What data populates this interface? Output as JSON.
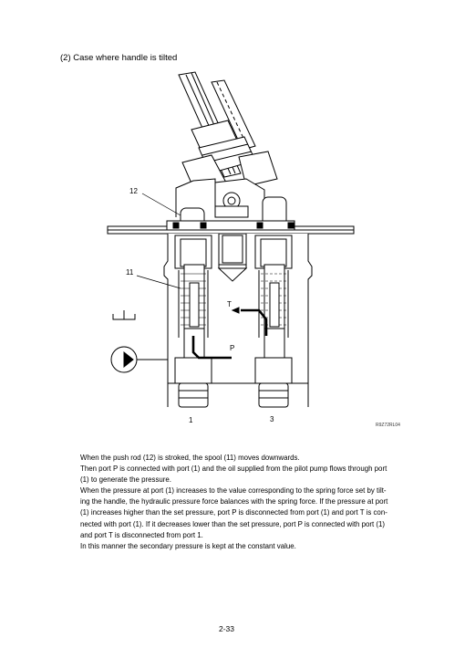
{
  "section_heading": "(2) Case where handle is tilted",
  "figure": {
    "labels": {
      "push_rod": "12",
      "spool": "11",
      "port_t": "T",
      "port_p": "P",
      "port_1": "1",
      "port_3": "3"
    },
    "figure_id": "R9Z72RL04"
  },
  "body_lines": [
    "When the push rod (12) is stroked, the spool (11) moves downwards.",
    "Then port P is connected with port (1) and the oil supplied from the pilot pump flows through port",
    "(1) to generate the pressure.",
    "When the pressure at port (1) increases to the value corresponding to the spring force set by tilt-",
    "ing the handle, the hydraulic pressure force balances with the spring force.  If the pressure at port",
    "(1) increases higher than the set pressure, port P is disconnected from port (1) and port T is con-",
    "nected with port (1).  If it decreases lower than the set pressure, port P is connected with port (1)",
    "and port T is disconnected from port 1.",
    "In this manner the secondary pressure is kept at the constant value."
  ],
  "page_number": "2-33"
}
